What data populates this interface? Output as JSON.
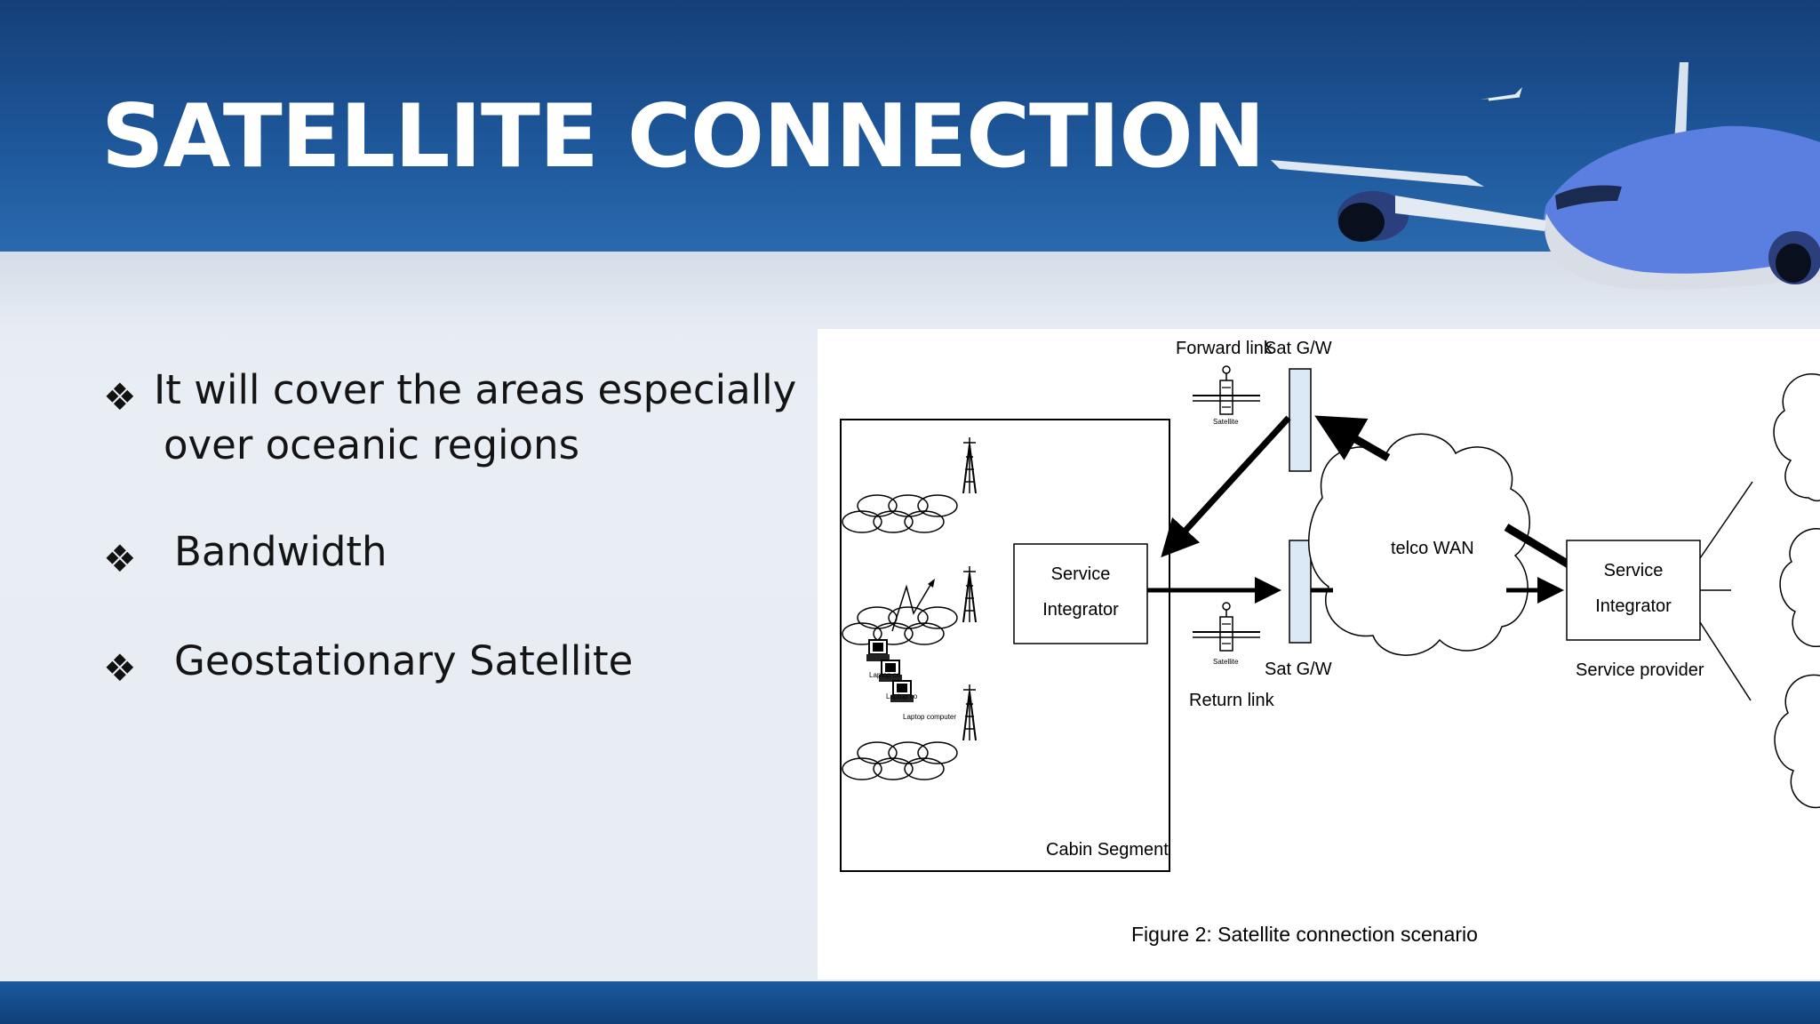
{
  "slide": {
    "title": "SATELLITE CONNECTION",
    "bullet_symbol": "❖",
    "bullets": [
      "It will cover the areas especially over oceanic regions",
      "Bandwidth",
      "Geostationary Satellite"
    ]
  },
  "figure": {
    "caption": "Figure 2: Satellite connection scenario",
    "forward_link": "Forward link",
    "return_link": "Return link",
    "sat_gw": "Sat G/W",
    "satellite_label": "Satellite",
    "service_integrator_line1": "Service",
    "service_integrator_line2": "Integrator",
    "telco_wan": "telco WAN",
    "service_provider": "Service provider",
    "cabin_segment": "Cabin Segment",
    "laptop_label": "Laptop computer",
    "laptop_label_cut": "Laptop co"
  },
  "colors": {
    "header_blue": "#1d5699",
    "footer_blue": "#14508f",
    "title_text": "#ffffff",
    "gateway_fill": "#dbe8f6"
  },
  "icons": [
    "bullet-diamond-icon",
    "airplane-image",
    "satellite-icon",
    "antenna-tower-icon",
    "laptop-icon",
    "cloud-icon"
  ]
}
